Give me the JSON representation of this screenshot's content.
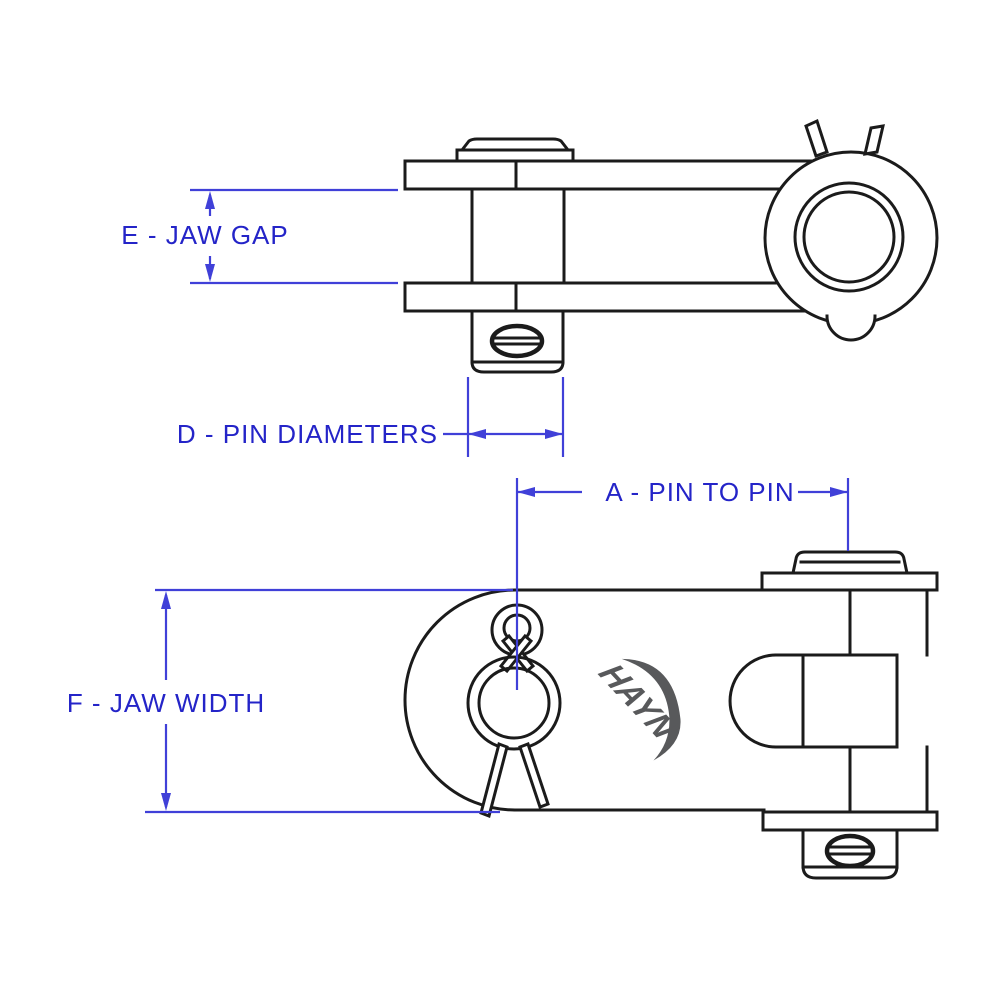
{
  "diagram": {
    "type": "technical-dimension-drawing",
    "subject": "toggle jaw fitting, side view and top view",
    "labels": {
      "e": "E - JAW GAP",
      "d": "D - PIN DIAMETERS",
      "a": "A - PIN TO PIN",
      "f": "F - JAW WIDTH"
    },
    "logo": {
      "text": "HAYN"
    },
    "colors": {
      "background": "#ffffff",
      "line": "#1b1b1b",
      "dimension": "#4040d8",
      "dimension_text": "#2424c8",
      "logo": "#58595b"
    }
  }
}
